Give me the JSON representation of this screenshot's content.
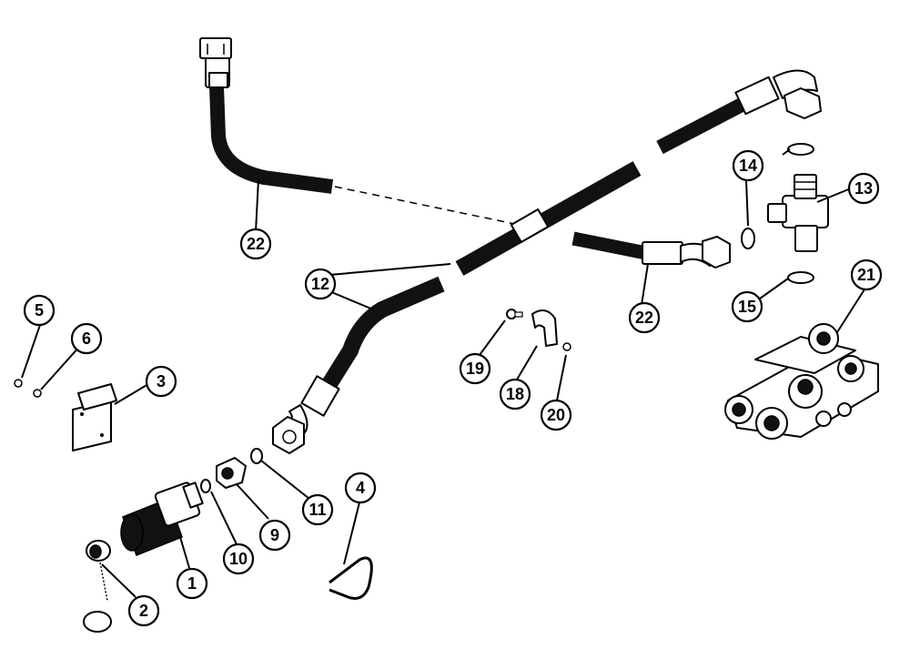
{
  "callouts": [
    {
      "id": "c1",
      "label": "1"
    },
    {
      "id": "c2",
      "label": "2"
    },
    {
      "id": "c3",
      "label": "3"
    },
    {
      "id": "c4",
      "label": "4"
    },
    {
      "id": "c5",
      "label": "5"
    },
    {
      "id": "c6",
      "label": "6"
    },
    {
      "id": "c9",
      "label": "9"
    },
    {
      "id": "c10",
      "label": "10"
    },
    {
      "id": "c11",
      "label": "11"
    },
    {
      "id": "c12",
      "label": "12"
    },
    {
      "id": "c13",
      "label": "13"
    },
    {
      "id": "c14",
      "label": "14"
    },
    {
      "id": "c15",
      "label": "15"
    },
    {
      "id": "c18",
      "label": "18"
    },
    {
      "id": "c19",
      "label": "19"
    },
    {
      "id": "c20",
      "label": "20"
    },
    {
      "id": "c21",
      "label": "21"
    },
    {
      "id": "c22a",
      "label": "22"
    },
    {
      "id": "c22b",
      "label": "22"
    }
  ]
}
